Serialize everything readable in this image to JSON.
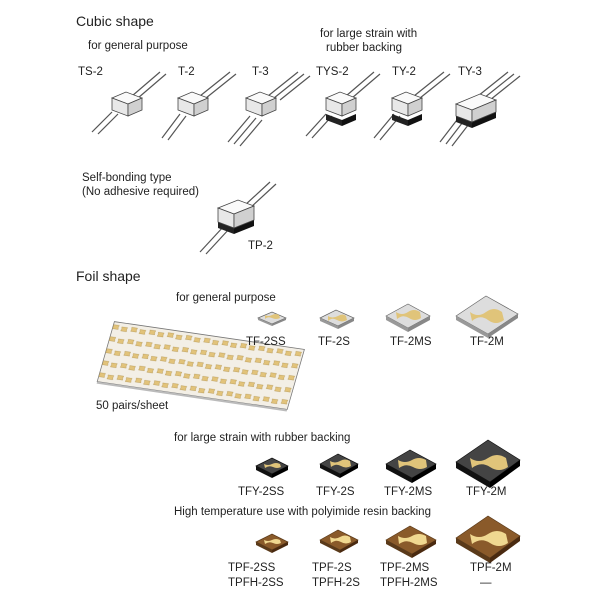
{
  "cubic": {
    "heading": "Cubic shape",
    "general_label": "for general purpose",
    "large_strain_label_line1": "for large strain with",
    "large_strain_label_line2": "rubber backing",
    "items": [
      "TS-2",
      "T-2",
      "T-3",
      "TYS-2",
      "TY-2",
      "TY-3"
    ],
    "self_bonding_line1": "Self-bonding type",
    "self_bonding_line2": "(No adhesive required)",
    "self_bonding_item": "TP-2"
  },
  "foil": {
    "heading": "Foil shape",
    "general_label": "for general purpose",
    "sheet_label": "50 pairs/sheet",
    "general_items": [
      "TF-2SS",
      "TF-2S",
      "TF-2MS",
      "TF-2M"
    ],
    "rubber_label": "for large strain with rubber backing",
    "rubber_items": [
      "TFY-2SS",
      "TFY-2S",
      "TFY-2MS",
      "TFY-2M"
    ],
    "polyimide_label": "High temperature use with polyimide resin backing",
    "polyimide_items": [
      "TPF-2SS",
      "TPF-2S",
      "TPF-2MS",
      "TPF-2M"
    ],
    "polyimide_items_h": [
      "TPFH-2SS",
      "TPFH-2S",
      "TPFH-2MS",
      "—"
    ]
  },
  "colors": {
    "gauge_gold": "#e0c47a",
    "sheet_fill": "#f0ebe0",
    "rubber_backing": "#2a2a2a",
    "polyimide_backing": "#8a5a2a",
    "foil_base": "#d6d6d6"
  }
}
